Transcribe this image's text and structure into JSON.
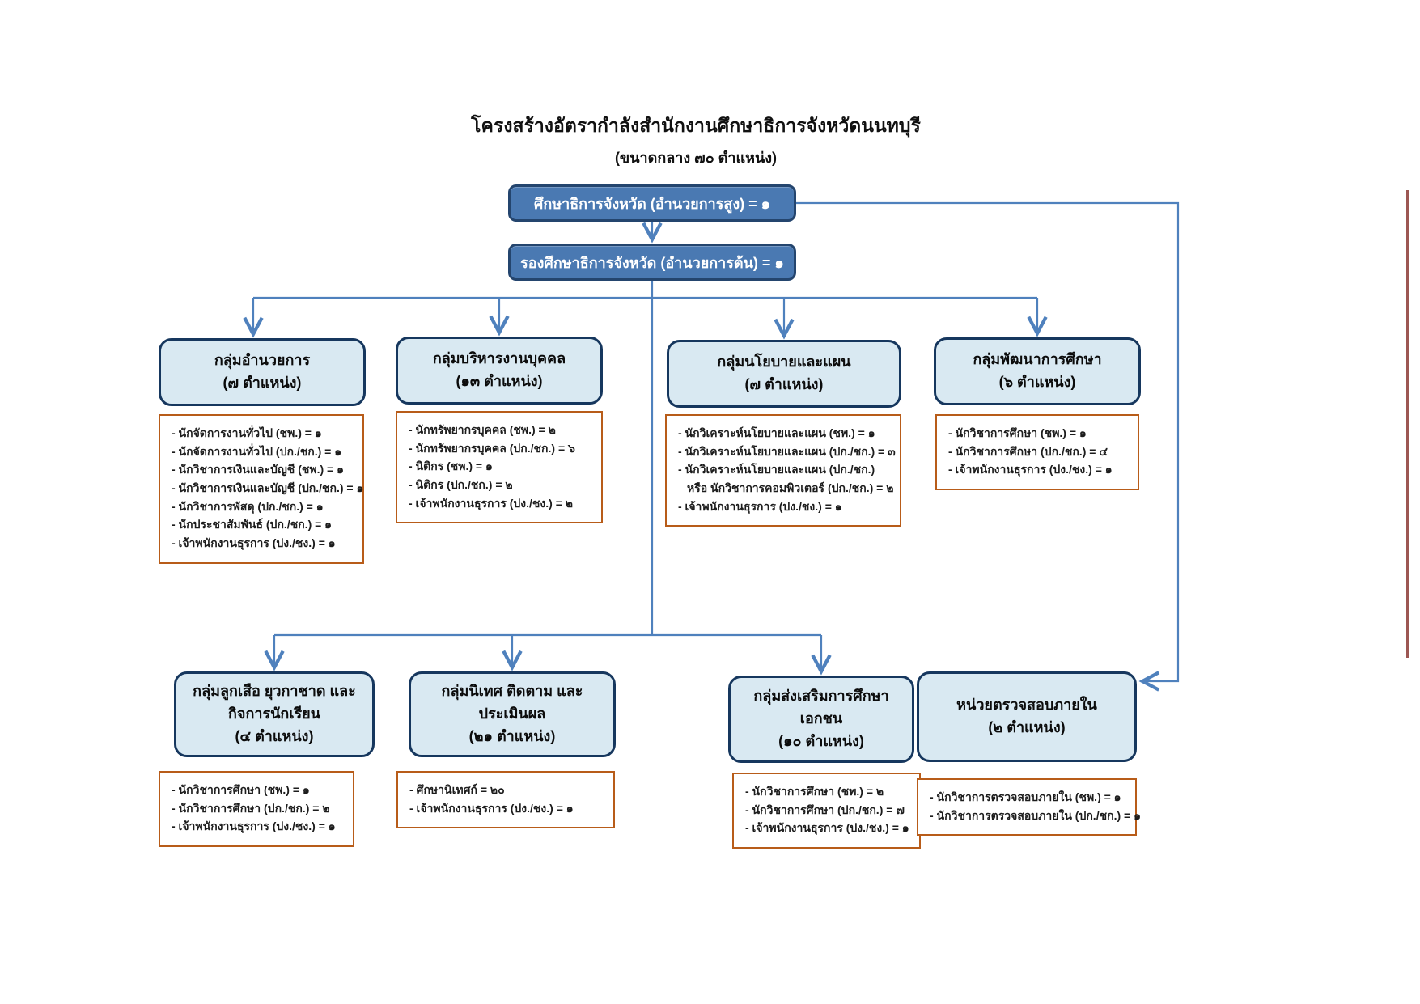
{
  "title": "โครงสร้างอัตรากำลังสำนักงานศึกษาธิการจังหวัดนนทบุรี",
  "subtitle": "(ขนาดกลาง ๗๐ ตำแหน่ง)",
  "nodes": {
    "provincial_education_officer": "ศึกษาธิการจังหวัด (อำนวยการสูง) = ๑",
    "deputy_provincial_education_officer": "รองศึกษาธิการจังหวัด (อำนวยการต้น) = ๑"
  },
  "groups": [
    {
      "title_lines": [
        "กลุ่มอำนวยการ",
        "(๗ ตำแหน่ง)"
      ],
      "items": [
        "- นักจัดการงานทั่วไป (ชพ.) = ๑",
        "- นักจัดการงานทั่วไป (ปก./ชก.) = ๑",
        "- นักวิชาการเงินและบัญชี (ชพ.) = ๑",
        "- นักวิชาการเงินและบัญชี (ปก./ชก.) = ๑",
        "- นักวิชาการพัสดุ (ปก./ชก.) = ๑",
        "- นักประชาสัมพันธ์ (ปก./ชก.) = ๑",
        "- เจ้าพนักงานธุรการ (ปง./ชง.) = ๑"
      ]
    },
    {
      "title_lines": [
        "กลุ่มบริหารงานบุคคล",
        "(๑๓ ตำแหน่ง)"
      ],
      "items": [
        "- นักทรัพยากรบุคคล (ชพ.) = ๒",
        "- นักทรัพยากรบุคคล (ปก./ชก.) = ๖",
        "- นิติกร (ชพ.) = ๑",
        "- นิติกร (ปก./ชก.) = ๒",
        "- เจ้าพนักงานธุรการ (ปง./ชง.) = ๒"
      ]
    },
    {
      "title_lines": [
        "กลุ่มนโยบายและแผน",
        "(๗ ตำแหน่ง)"
      ],
      "items": [
        "- นักวิเคราะห์นโยบายและแผน (ชพ.) = ๑",
        "- นักวิเคราะห์นโยบายและแผน (ปก./ชก.) = ๓",
        "- นักวิเคราะห์นโยบายและแผน (ปก./ชก.)",
        "หรือ นักวิชาการคอมพิวเตอร์ (ปก./ชก.) = ๒",
        "- เจ้าพนักงานธุรการ (ปง./ชง.) = ๑"
      ]
    },
    {
      "title_lines": [
        "กลุ่มพัฒนาการศึกษา",
        "(๖ ตำแหน่ง)"
      ],
      "items": [
        "- นักวิชาการศึกษา (ชพ.) = ๑",
        "- นักวิชาการศึกษา (ปก./ชก.) = ๔",
        "- เจ้าพนักงานธุรการ (ปง./ชง.) = ๑"
      ]
    },
    {
      "title_lines": [
        "กลุ่มลูกเสือ ยุวกาชาด และ",
        "กิจการนักเรียน",
        "(๔ ตำแหน่ง)"
      ],
      "items": [
        "- นักวิชาการศึกษา (ชพ.) = ๑",
        "- นักวิชาการศึกษา (ปก./ชก.) = ๒",
        "- เจ้าพนักงานธุรการ (ปง./ชง.) = ๑"
      ]
    },
    {
      "title_lines": [
        "กลุ่มนิเทศ ติดตาม และ",
        "ประเมินผล",
        "(๒๑ ตำแหน่ง)"
      ],
      "items": [
        "- ศึกษานิเทศก์ = ๒๐",
        "- เจ้าพนักงานธุรการ (ปง./ชง.) = ๑"
      ]
    },
    {
      "title_lines": [
        "กลุ่มส่งเสริมการศึกษาเอกชน",
        "(๑๐ ตำแหน่ง)"
      ],
      "items": [
        "- นักวิชาการศึกษา (ชพ.) = ๒",
        "- นักวิชาการศึกษา (ปก./ชก.) = ๗",
        "- เจ้าพนักงานธุรการ (ปง./ชง.) = ๑"
      ]
    },
    {
      "title_lines": [
        "หน่วยตรวจสอบภายใน",
        "(๒ ตำแหน่ง)"
      ],
      "items": [
        "- นักวิชาการตรวจสอบภายใน (ชพ.) = ๑",
        "- นักวิชาการตรวจสอบภายใน (ปก./ชก.) = ๑"
      ]
    }
  ],
  "colors": {
    "node_fill": "#4a79b2",
    "node_border": "#24456e",
    "group_fill": "#d9e9f2",
    "group_border": "#16375e",
    "detail_border": "#b85c19",
    "connector": "#4f81bd"
  }
}
